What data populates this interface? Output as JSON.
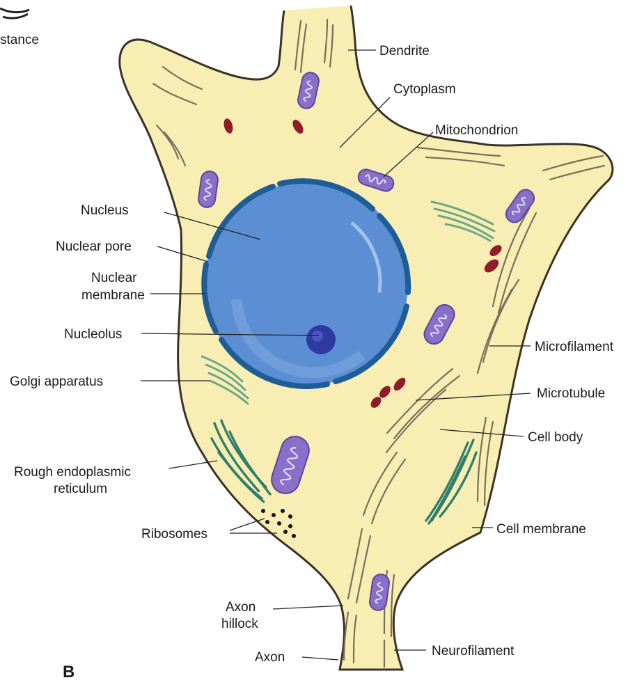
{
  "figure": {
    "panel_letter": "B",
    "partial_top_label": "stance"
  },
  "labels": {
    "dendrite": "Dendrite",
    "cytoplasm": "Cytoplasm",
    "mitochondrion": "Mitochondrion",
    "nucleus": "Nucleus",
    "nuclear_pore": "Nuclear pore",
    "nuclear_membrane_line1": "Nuclear",
    "nuclear_membrane_line2": "membrane",
    "nucleolus": "Nucleolus",
    "golgi": "Golgi apparatus",
    "microfilament": "Microfilament",
    "microtubule": "Microtubule",
    "cell_body": "Cell body",
    "rough_er_line1": "Rough endoplasmic",
    "rough_er_line2": "reticulum",
    "ribosomes": "Ribosomes",
    "cell_membrane": "Cell membrane",
    "axon_hillock_line1": "Axon",
    "axon_hillock_line2": "hillock",
    "axon": "Axon",
    "neurofilament": "Neurofilament"
  },
  "colors": {
    "cytoplasm_fill": "#f8eeb4",
    "cell_outline": "#3a3226",
    "nucleus_fill": "#5b8ed3",
    "nuclear_membrane": "#1f5d97",
    "nucleolus": "#2f3aa0",
    "mitochondrion": "#8a6fc8",
    "granule": "#8f1c2a",
    "golgi": "#8fbfa0",
    "rough_er": "#2f7e6c",
    "ribosome": "#111111"
  }
}
